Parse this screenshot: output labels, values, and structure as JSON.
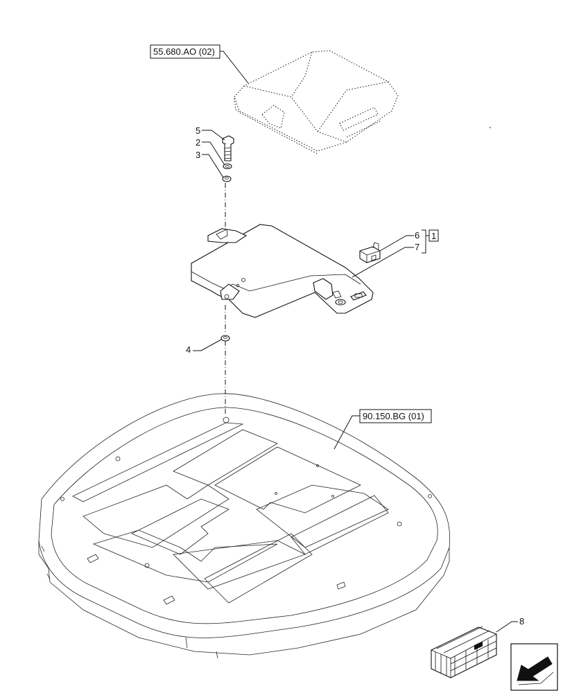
{
  "references": {
    "upper": "55.680.AO (02)",
    "lower": "90.150.BG (01)"
  },
  "callouts": {
    "item_5": "5",
    "item_2": "2",
    "item_3": "3",
    "item_6": "6",
    "item_7": "7",
    "item_4": "4",
    "item_8": "8",
    "kit_1": "1"
  },
  "icons": {
    "kit_box": "crate-icon",
    "navigation": "arrow-down-left-icon"
  }
}
